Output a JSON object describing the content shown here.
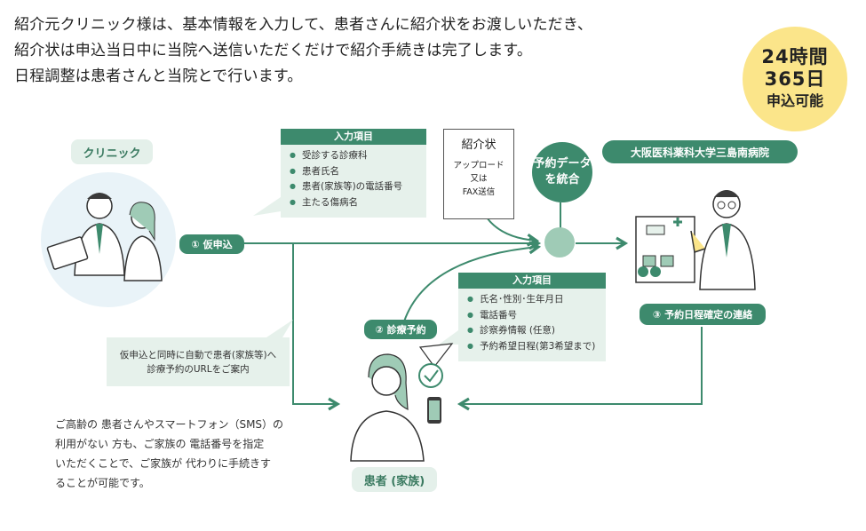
{
  "intro": {
    "line1": "紹介元クリニック様は、基本情報を入力して、患者さんに紹介状をお渡しいただき、",
    "line2": "紹介状は申込当日中に当院へ送信いただくだけで紹介手続きは完了します。",
    "line3": "日程調整は患者さんと当院とで行います。"
  },
  "badge": {
    "line1": "24時間",
    "line2": "365日",
    "line3": "申込可能"
  },
  "clinic": {
    "label": "クリニック"
  },
  "step1": {
    "label": "① 仮申込"
  },
  "step2": {
    "label": "② 診療予約"
  },
  "step3": {
    "label": "③ 予約日程確定の連絡"
  },
  "hospital": {
    "label": "大阪医科薬科大学三島南病院"
  },
  "patient": {
    "label": "患者 (家族)"
  },
  "input_clinic": {
    "title": "入力項目",
    "items": [
      "受診する診療科",
      "患者氏名",
      "患者(家族等)の電話番号",
      "主たる傷病名"
    ]
  },
  "input_patient": {
    "title": "入力項目",
    "items": [
      "氏名･性別･生年月日",
      "電話番号",
      "診察券情報 (任意)",
      "予約希望日程(第3希望まで)"
    ]
  },
  "referral_doc": {
    "title": "紹介状",
    "line1": "アップロード",
    "line2": "又は",
    "line3": "FAX送信"
  },
  "integrate": {
    "line1": "予約データ",
    "line2": "を統合"
  },
  "auto_notice": {
    "line1": "仮申込と同時に自動で患者(家族等)へ",
    "line2": "診療予約のURLをご案内"
  },
  "elderly_note": {
    "line1": "ご高齢の 患者さんやスマートフォン（SMS）の",
    "line2": "利用がない 方も、ご家族の 電話番号を指定",
    "line3": "いただくことで、ご家族が 代わりに手続きす",
    "line4": "ることが可能です。"
  },
  "colors": {
    "accent": "#3d8a6d",
    "light": "#e6f1eb",
    "badge": "#fbe58a"
  }
}
